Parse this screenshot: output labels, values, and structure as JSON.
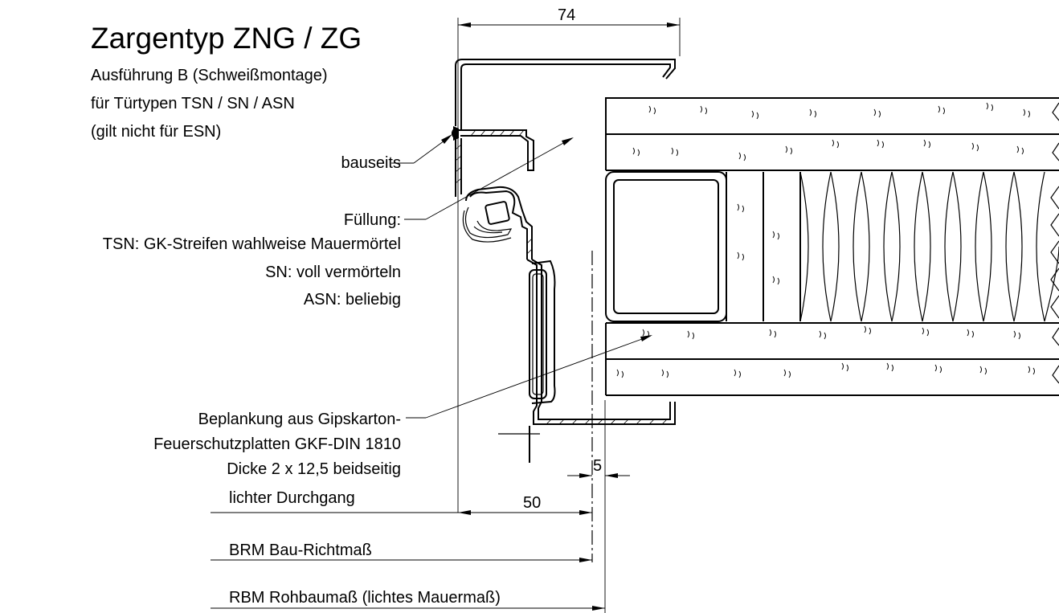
{
  "title": "Zargentyp ZNG / ZG",
  "subtitle_lines": [
    "Ausführung B (Schweißmontage)",
    "für Türtypen TSN / SN / ASN",
    "(gilt nicht für ESN)"
  ],
  "labels": {
    "bauseits": "bauseits",
    "fuellung_head": "Füllung:",
    "fuellung_tsn": "TSN: GK-Streifen wahlweise Mauermörtel",
    "fuellung_sn": "SN: voll vermörteln",
    "fuellung_asn": "ASN: beliebig",
    "beplankung_1": "Beplankung aus Gipskarton-",
    "beplankung_2": "Feuerschutzplatten GKF-DIN 1810",
    "beplankung_3": "Dicke 2 x 12,5 beidseitig",
    "lichter_durchgang": "lichter Durchgang",
    "brm": "BRM Bau-Richtmaß",
    "rbm": "RBM Rohbaumaß (lichtes Mauermaß)"
  },
  "dimensions": {
    "width_top": "74",
    "width_50": "50",
    "gap_5": "5"
  }
}
